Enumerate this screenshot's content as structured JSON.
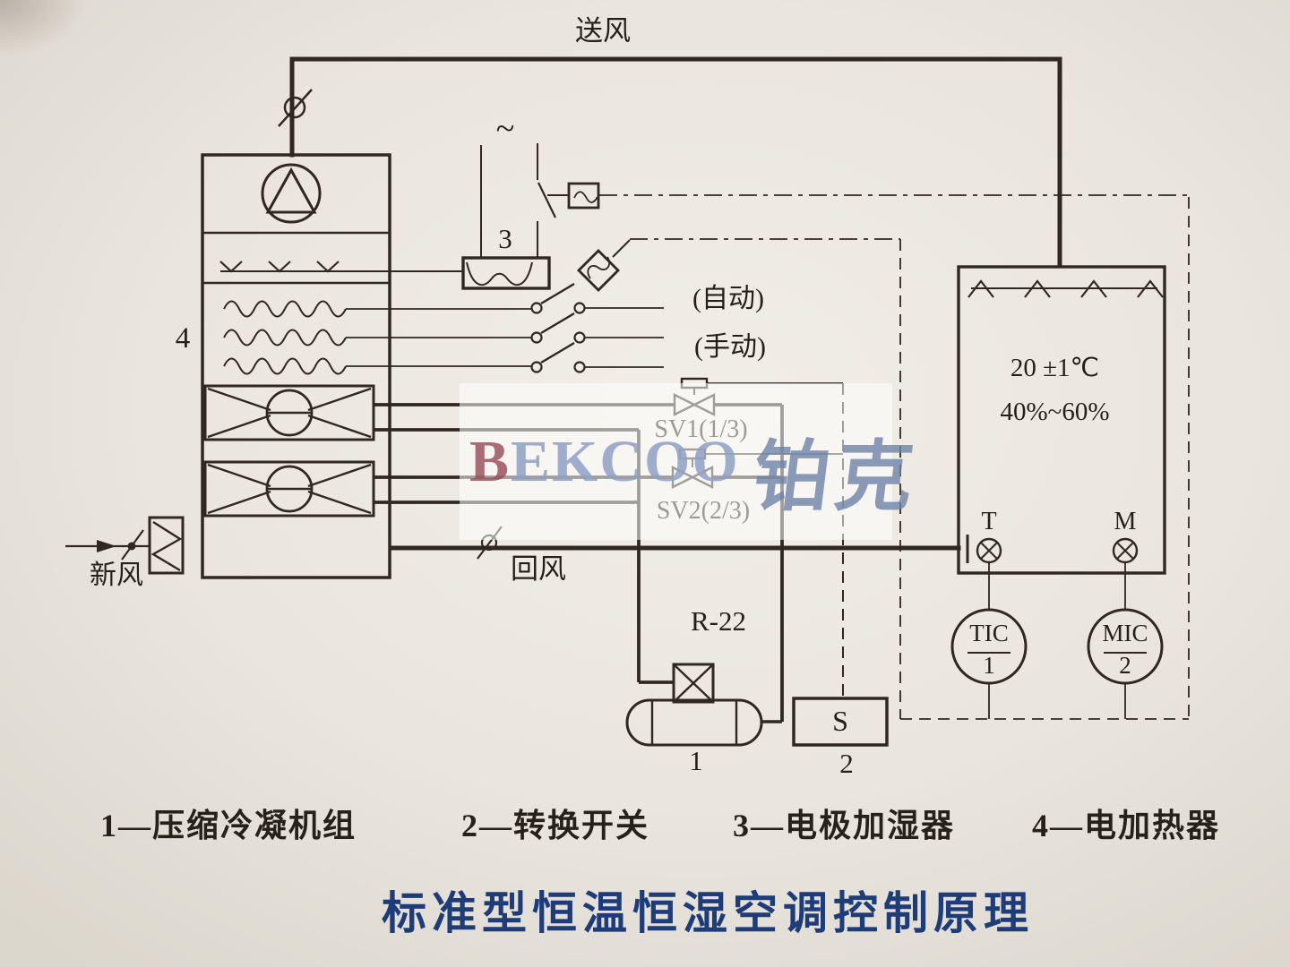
{
  "title": "标准型恒温恒湿空调控制原理",
  "legend": {
    "items": [
      "1—压缩冷凝机组",
      "2—转换开关",
      "3—电极加湿器",
      "4—电加热器"
    ]
  },
  "ducts": {
    "supply_label": "送风",
    "return_label": "回风",
    "fresh_label": "新风"
  },
  "switch": {
    "auto_label": "(自动)",
    "manual_label": "(手动)",
    "power_tilde": "~"
  },
  "valves": {
    "sv1": "SV1(1/3)",
    "sv2": "SV2(2/3)"
  },
  "room": {
    "temperature": "20 ±1℃",
    "humidity": "40%~60%",
    "sensor_t": "T",
    "sensor_m": "M",
    "tic_line1": "TIC",
    "tic_line2": "1",
    "mic_line1": "MIC",
    "mic_line2": "2"
  },
  "equipment": {
    "refrigerant": "R-22",
    "compressor_num": "1",
    "switch_box": "S",
    "switch_num": "2",
    "humidifier_num": "3",
    "heater_num": "4"
  },
  "watermark": {
    "latin_b": "B",
    "latin_rest": "EKCOO",
    "cjk": "铂克"
  },
  "colors": {
    "paper": "#eae6de",
    "ink": "#2e2820",
    "title_blue": "#1d3c78",
    "watermark_blue": "#8ea0c3",
    "watermark_red": "#964854"
  }
}
